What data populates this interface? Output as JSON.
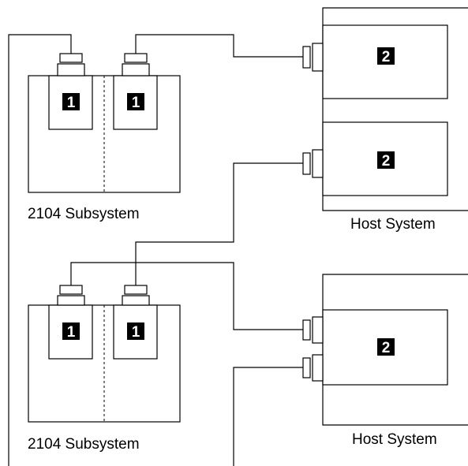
{
  "subsystems": [
    {
      "label": "2104 Subsystem",
      "adapters": [
        "1",
        "1"
      ]
    },
    {
      "label": "2104 Subsystem",
      "adapters": [
        "1",
        "1"
      ]
    }
  ],
  "hosts": [
    {
      "label": "Host System",
      "adapters": [
        "2",
        "2"
      ]
    },
    {
      "label": "Host System",
      "adapters": [
        "2"
      ]
    }
  ],
  "colors": {
    "line": "#000000",
    "background": "#ffffff",
    "badge": "#000000"
  }
}
